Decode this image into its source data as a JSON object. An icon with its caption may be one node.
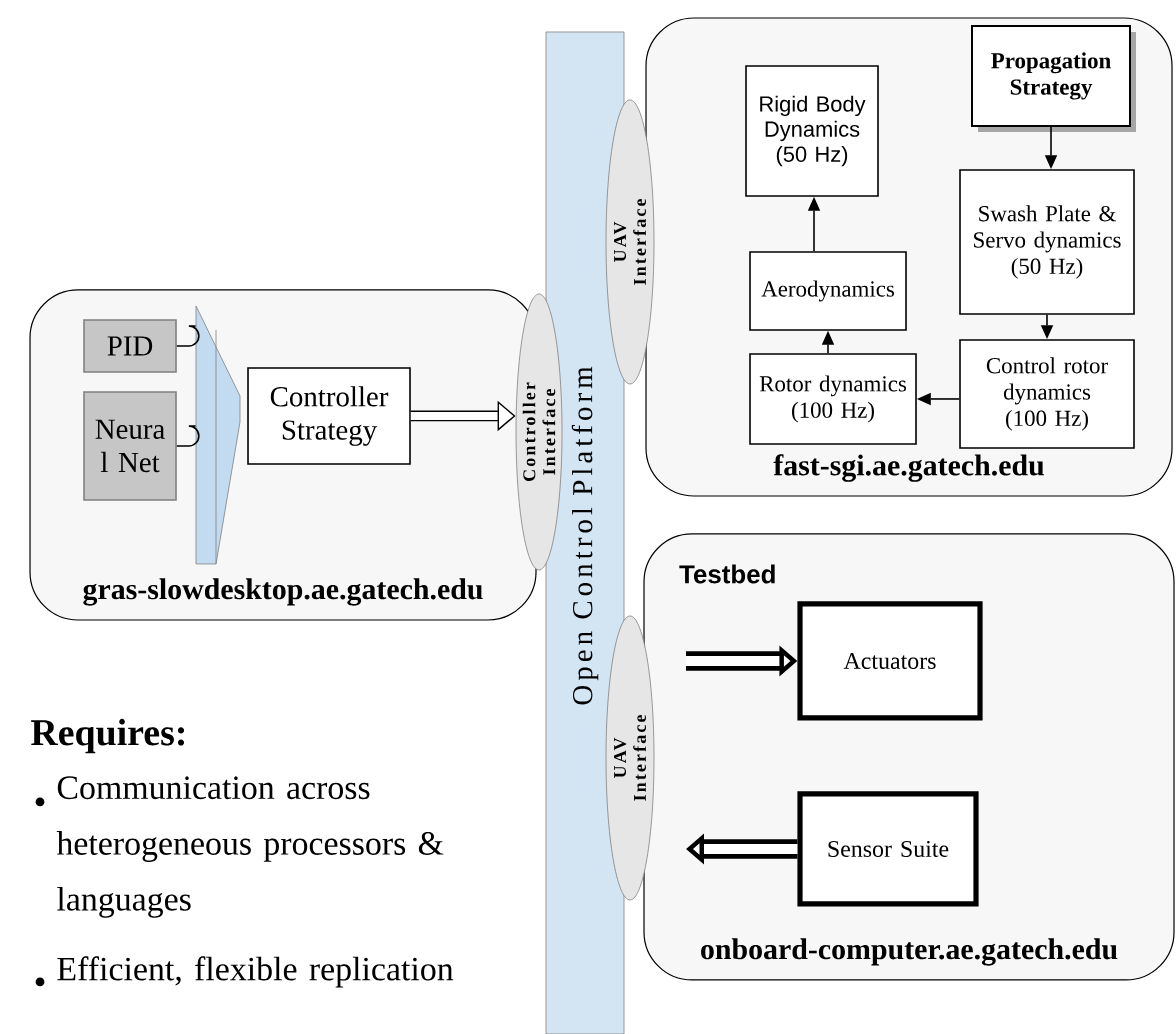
{
  "diagram": {
    "nodes": [
      {
        "text": [
          "fast-sgi.ae.gatech.edu"
        ]
      },
      {
        "text": [
          "Rigid Body Dynamics (50 Hz)"
        ],
        "in": 0
      },
      {
        "text": [
          "Propagation Strategy"
        ],
        "in": 0
      },
      {
        "text": [
          "Swash Plate & Servo dynamics (50 Hz)"
        ],
        "in": 0
      },
      {
        "text": [
          "Aerodynamics"
        ],
        "in": 0
      },
      {
        "text": [
          "Rotor dynamics (100 Hz)"
        ],
        "in": 0
      },
      {
        "text": [
          "Control rotor dynamics (100 Hz)"
        ],
        "in": 0
      },
      {
        "text": [
          "UAV Interface"
        ]
      },
      {
        "text": [
          "Open Control Platform"
        ]
      },
      {
        "text": [
          "gras-slowdesktop.ae.gatech.edu"
        ]
      },
      {
        "text": [
          "PID"
        ],
        "in": 9
      },
      {
        "text": [
          "Neura l Net"
        ],
        "in": 9
      },
      {
        "text": [],
        "shape": "triangle",
        "in": 9
      },
      {
        "text": [
          "Controller Strategy"
        ],
        "in": 9
      },
      {
        "text": [
          "Controller Interface"
        ]
      },
      {
        "text": [
          "Testbed",
          "onboard-computer.ae.gatech.edu"
        ]
      },
      {
        "text": [
          "Actuators"
        ],
        "in": 15
      },
      {
        "text": [
          "Sensor Suite"
        ],
        "in": 15
      },
      {
        "text": [
          "UAV Interface"
        ]
      }
    ],
    "edges": [
      {
        "from": 2,
        "to": 3,
        "arrow": "to"
      },
      {
        "from": 3,
        "to": 6,
        "arrow": "to"
      },
      {
        "from": 6,
        "to": 5,
        "arrow": "to"
      },
      {
        "from": 5,
        "to": 4,
        "arrow": "to"
      },
      {
        "from": 4,
        "to": 1,
        "arrow": "to"
      },
      {
        "from": 10,
        "to": 12,
        "arrow": "none"
      },
      {
        "from": 11,
        "to": 12,
        "arrow": "none"
      },
      {
        "from": 13,
        "to": 14,
        "arrow": "to",
        "style": "thick"
      },
      {
        "from": null,
        "to": 16,
        "arrow": "to",
        "style": "thick"
      },
      {
        "from": 17,
        "to": null,
        "arrow": "to",
        "style": "thick"
      }
    ],
    "labels": [
      "Requires:",
      "Communication across heterogeneous processors & languages",
      "Efficient, flexible replication"
    ]
  }
}
